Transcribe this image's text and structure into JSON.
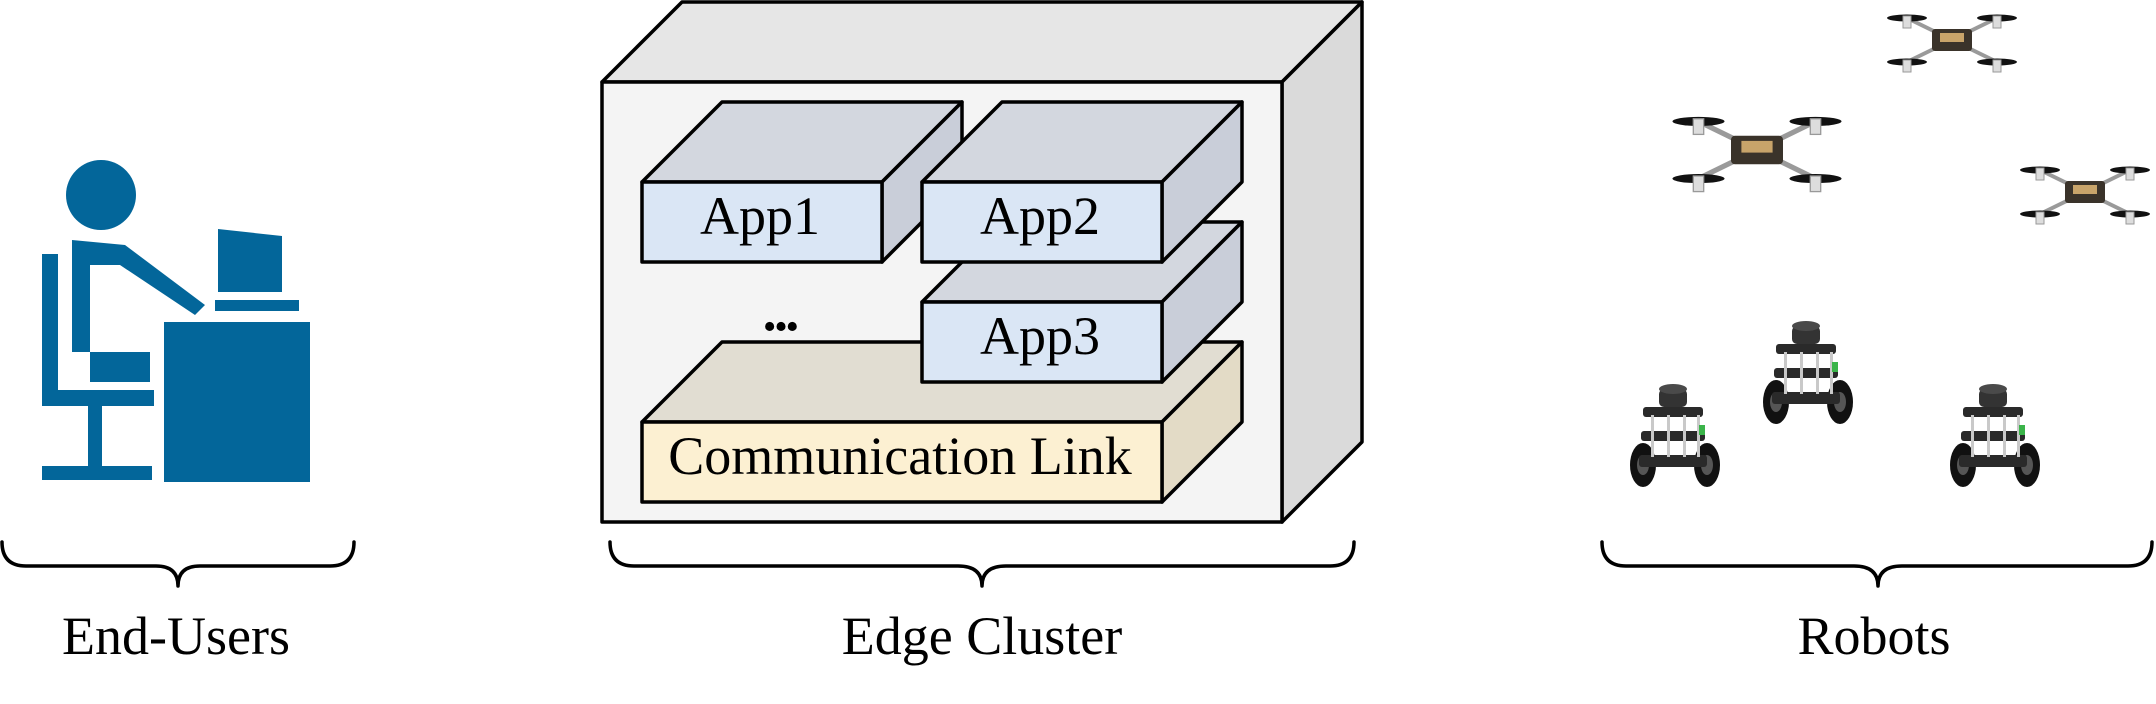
{
  "colors": {
    "user_icon": "#03669A",
    "app_front": "#DAE6F5",
    "app_top": "#D3D7DF",
    "app_side": "#C9CED9",
    "link_front": "#FCF0D2",
    "link_top": "#E1DDD2",
    "link_side": "#E3DBC6",
    "cluster_front": "#F4F4F4",
    "cluster_top": "#E6E6E6",
    "cluster_side": "#DADADA",
    "robot_body": "#2A2A2A",
    "drone_body": "#3A332A"
  },
  "icons": {
    "end_users": "person-at-desk-icon",
    "drone": "quadcopter-drone-icon",
    "ground_robot": "ground-robot-icon"
  },
  "cluster": {
    "apps": [
      "App1",
      "App2",
      "App3"
    ],
    "ellipsis": "•••",
    "link_label": "Communication Link"
  },
  "groups": {
    "end_users": "End-Users",
    "edge_cluster": "Edge Cluster",
    "robots": "Robots"
  }
}
